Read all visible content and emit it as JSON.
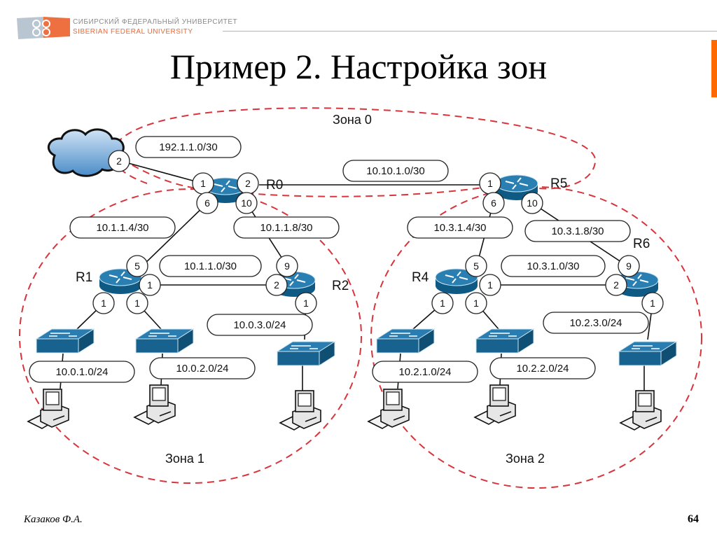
{
  "header": {
    "logo_text_ru": "СИБИРСКИЙ ФЕДЕРАЛЬНЫЙ УНИВЕРСИТЕТ",
    "logo_text_en": "SIBERIAN FEDERAL UNIVERSITY",
    "brand_color": "#ff6a00"
  },
  "slide": {
    "title": "Пример 2. Настройка зон",
    "author": "Казаков Ф.А.",
    "page_number": "64"
  },
  "colors": {
    "device_blue": "#1b6a96",
    "zone_border": "#d9343c",
    "line": "#111111"
  },
  "zones": [
    {
      "id": "zone0",
      "label": "Зона 0"
    },
    {
      "id": "zone1",
      "label": "Зона 1"
    },
    {
      "id": "zone2",
      "label": "Зона 2"
    }
  ],
  "routers": [
    {
      "id": "R0",
      "label": "R0"
    },
    {
      "id": "R1",
      "label": "R1"
    },
    {
      "id": "R2",
      "label": "R2"
    },
    {
      "id": "R4",
      "label": "R4"
    },
    {
      "id": "R5",
      "label": "R5"
    },
    {
      "id": "R6",
      "label": "R6"
    }
  ],
  "networks": [
    {
      "id": "net-internet",
      "label": "192.1.1.0/30"
    },
    {
      "id": "net-r0-r5",
      "label": "10.10.1.0/30"
    },
    {
      "id": "net-r0-r1",
      "label": "10.1.1.4/30"
    },
    {
      "id": "net-r0-r2",
      "label": "10.1.1.8/30"
    },
    {
      "id": "net-r1-r2",
      "label": "10.1.1.0/30"
    },
    {
      "id": "net-r2-lan",
      "label": "10.0.3.0/24"
    },
    {
      "id": "net-r1-lan1",
      "label": "10.0.1.0/24"
    },
    {
      "id": "net-r1-lan2",
      "label": "10.0.2.0/24"
    },
    {
      "id": "net-r5-r4",
      "label": "10.3.1.4/30"
    },
    {
      "id": "net-r5-r6",
      "label": "10.3.1.8/30"
    },
    {
      "id": "net-r4-r6",
      "label": "10.3.1.0/30"
    },
    {
      "id": "net-r6-lan",
      "label": "10.2.3.0/24"
    },
    {
      "id": "net-r4-lan1",
      "label": "10.2.1.0/24"
    },
    {
      "id": "net-r4-lan2",
      "label": "10.2.2.0/24"
    }
  ],
  "ports": [
    {
      "device": "cloud",
      "label": "2"
    },
    {
      "device": "R0",
      "label": "1"
    },
    {
      "device": "R0",
      "label": "2"
    },
    {
      "device": "R0",
      "label": "6"
    },
    {
      "device": "R0",
      "label": "10"
    },
    {
      "device": "R1",
      "label": "5"
    },
    {
      "device": "R1",
      "label": "1"
    },
    {
      "device": "R1",
      "label": "1"
    },
    {
      "device": "R1",
      "label": "1"
    },
    {
      "device": "R2",
      "label": "9"
    },
    {
      "device": "R2",
      "label": "2"
    },
    {
      "device": "R2",
      "label": "1"
    },
    {
      "device": "R5",
      "label": "1"
    },
    {
      "device": "R5",
      "label": "6"
    },
    {
      "device": "R5",
      "label": "10"
    },
    {
      "device": "R4",
      "label": "5"
    },
    {
      "device": "R4",
      "label": "1"
    },
    {
      "device": "R4",
      "label": "1"
    },
    {
      "device": "R4",
      "label": "1"
    },
    {
      "device": "R6",
      "label": "9"
    },
    {
      "device": "R6",
      "label": "2"
    },
    {
      "device": "R6",
      "label": "1"
    }
  ]
}
